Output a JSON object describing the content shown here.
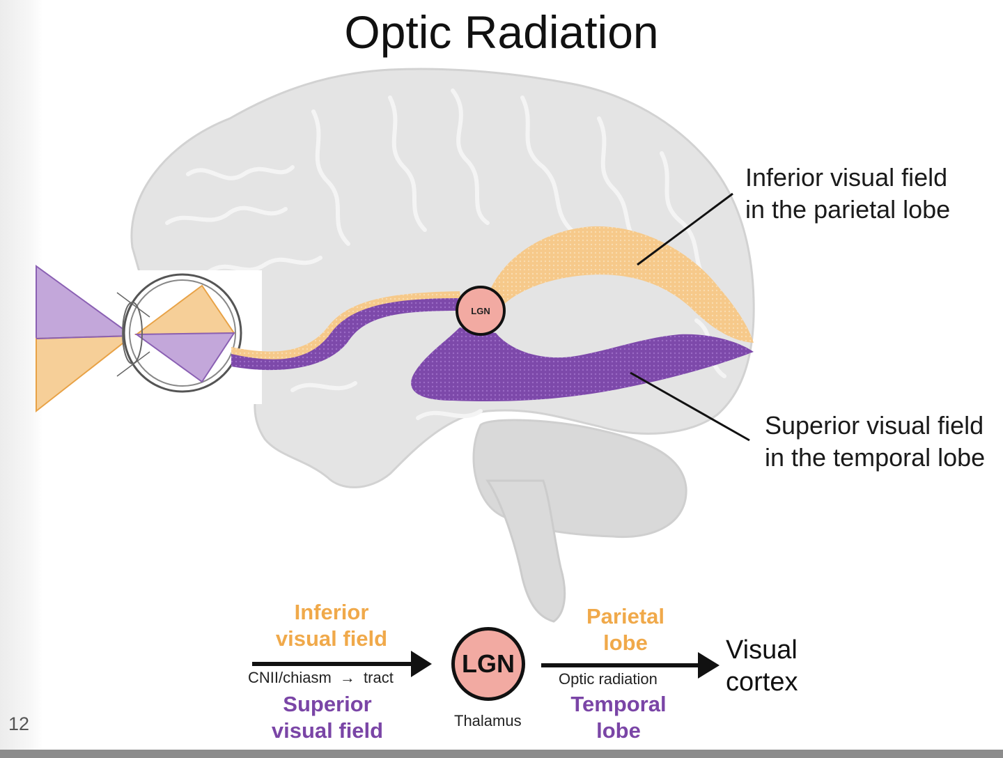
{
  "slide": {
    "title": "Optic Radiation",
    "page_number": "12"
  },
  "callouts": {
    "inferior_line1": "Inferior visual field",
    "inferior_line2": "in the parietal lobe",
    "superior_line1": "Superior visual field",
    "superior_line2": "in the temporal lobe"
  },
  "brain_lgn_label": "LGN",
  "flow": {
    "inferior_field_line1": "Inferior",
    "inferior_field_line2": "visual field",
    "superior_field_line1": "Superior",
    "superior_field_line2": "visual field",
    "pathway_left": "CNII/chiasm",
    "pathway_arrow": "→",
    "pathway_right": "tract",
    "lgn": "LGN",
    "thalamus": "Thalamus",
    "parietal_line1": "Parietal",
    "parietal_line2": "lobe",
    "optic_radiation": "Optic radiation",
    "temporal_line1": "Temporal",
    "temporal_line2": "lobe",
    "destination_line1": "Visual",
    "destination_line2": "cortex"
  },
  "colors": {
    "orange": "#f0a94a",
    "purple": "#7a45a6",
    "lgn_fill": "#f2aaa2",
    "brain": "#e2e2e2"
  }
}
